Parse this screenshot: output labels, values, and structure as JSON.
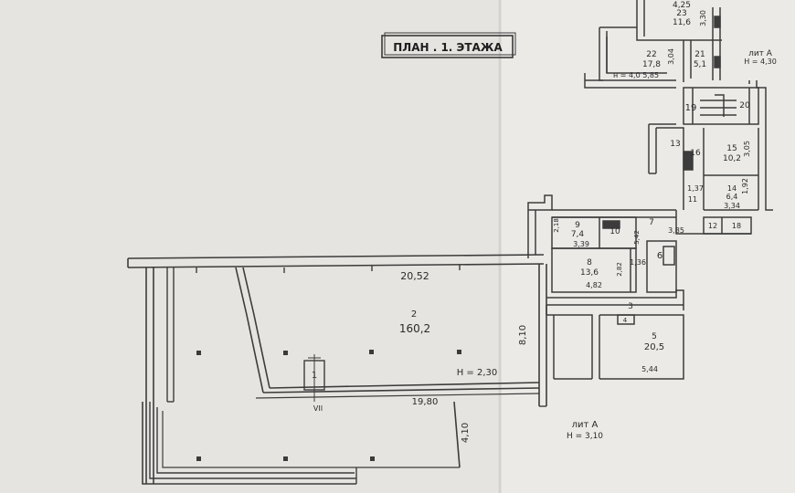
{
  "plan": {
    "title": "ПЛАН . 1. ЭТАЖА",
    "stamp_top": {
      "line1": "лит А",
      "line2": "Н = 4,30"
    },
    "stamp_bottom": {
      "line1": "лит А",
      "line2": "Н = 3,10"
    },
    "main_hall": {
      "number": "2",
      "area": "160,2",
      "height": "Н = 2,30",
      "width_top": "20,52",
      "width_bottom": "19,80",
      "depth": "8,10",
      "depth_left": "4,10",
      "room_1": "1",
      "entrance": "VII"
    },
    "rooms": {
      "r_top_a": "4,25",
      "r_top_b": "23",
      "r_top_c": "11,6",
      "r_top_d": "3,30",
      "r22_num": "22",
      "r22_area": "17,8",
      "r22_note": "н = 4,0  5,85",
      "r21_num": "21",
      "r21_area": "5,1",
      "r21_dim": "3,04",
      "r19": "19",
      "r20": "20",
      "r13": "13",
      "r16": "16",
      "r15_num": "15",
      "r15_area": "10,2",
      "r15_dim": "3,05",
      "r14_num": "14",
      "r14_area": "6,4",
      "r14_dim_a": "1,92",
      "r14_dim_b": "3,34",
      "r137": "1,37",
      "r11": "11",
      "r12": "12",
      "r18": "18",
      "r9_num": "9",
      "r9_area": "7,4",
      "r9_dim": "3,39",
      "r9_side": "2,18",
      "r10": "10",
      "r7": "7",
      "r7_dim": "3,85",
      "r7_side": "5,42",
      "r8_num": "8",
      "r8_area": "13,6",
      "r8_dim": "4,82",
      "r8_side": "2,82",
      "r136": "1,36",
      "r6": "6",
      "r3": "3",
      "r4": "4",
      "r5_num": "5",
      "r5_area": "20,5",
      "r5_dim": "5,44"
    }
  }
}
